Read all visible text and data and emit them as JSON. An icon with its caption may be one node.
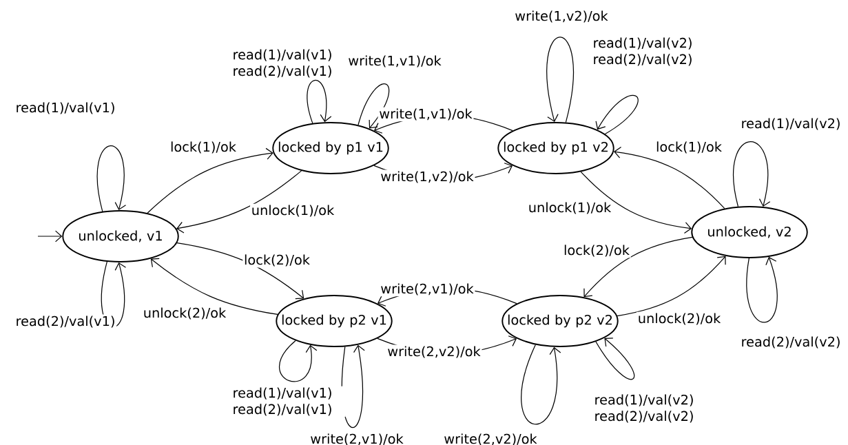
{
  "diagram": {
    "nodes": [
      {
        "text": [
          "unlocked, v1"
        ]
      },
      {
        "text": [
          "locked by p1 v1"
        ]
      },
      {
        "text": [
          "locked by p1 v2"
        ]
      },
      {
        "text": [
          "unlocked, v2"
        ]
      },
      {
        "text": [
          "locked by p2 v1"
        ]
      },
      {
        "text": [
          "locked by p2 v2"
        ]
      }
    ],
    "edges": [
      {
        "from": null,
        "to": 0,
        "arrow": "to"
      },
      {
        "from": 0,
        "to": 0,
        "arrow": "to",
        "label": "read(1)/val(v1)"
      },
      {
        "from": 0,
        "to": 0,
        "arrow": "to",
        "label": "read(2)/val(v1)"
      },
      {
        "from": 0,
        "to": 1,
        "arrow": "to",
        "label": "lock(1)/ok"
      },
      {
        "from": 1,
        "to": 0,
        "arrow": "to",
        "label": "unlock(1)/ok"
      },
      {
        "from": 0,
        "to": 4,
        "arrow": "to",
        "label": "lock(2)/ok"
      },
      {
        "from": 4,
        "to": 0,
        "arrow": "to",
        "label": "unlock(2)/ok"
      },
      {
        "from": 1,
        "to": 1,
        "arrow": "to",
        "label": "read(1)/val(v1) read(2)/val(v1)"
      },
      {
        "from": 1,
        "to": 1,
        "arrow": "to",
        "label": "write(1,v1)/ok"
      },
      {
        "from": 2,
        "to": 1,
        "arrow": "to",
        "label": "write(1,v1)/ok"
      },
      {
        "from": 1,
        "to": 2,
        "arrow": "to",
        "label": "write(1,v2)/ok"
      },
      {
        "from": 2,
        "to": 2,
        "arrow": "to",
        "label": "write(1,v2)/ok"
      },
      {
        "from": 2,
        "to": 2,
        "arrow": "to",
        "label": "read(1)/val(v2) read(2)/val(v2)"
      },
      {
        "from": 3,
        "to": 2,
        "arrow": "to",
        "label": "lock(1)/ok"
      },
      {
        "from": 2,
        "to": 3,
        "arrow": "to",
        "label": "unlock(1)/ok"
      },
      {
        "from": 3,
        "to": 3,
        "arrow": "to",
        "label": "read(1)/val(v2)"
      },
      {
        "from": 3,
        "to": 3,
        "arrow": "to",
        "label": "read(2)/val(v2)"
      },
      {
        "from": 3,
        "to": 5,
        "arrow": "to",
        "label": "lock(2)/ok"
      },
      {
        "from": 5,
        "to": 3,
        "arrow": "to",
        "label": "unlock(2)/ok"
      },
      {
        "from": 5,
        "to": 4,
        "arrow": "to",
        "label": "write(2,v1)/ok"
      },
      {
        "from": 4,
        "to": 5,
        "arrow": "to",
        "label": "write(2,v2)/ok"
      },
      {
        "from": 4,
        "to": 4,
        "arrow": "to",
        "label": "read(1)/val(v1) read(2)/val(v1)"
      },
      {
        "from": 4,
        "to": 4,
        "arrow": "to",
        "label": "write(2,v1)/ok"
      },
      {
        "from": 5,
        "to": 5,
        "arrow": "to",
        "label": "write(2,v2)/ok"
      },
      {
        "from": 5,
        "to": 5,
        "arrow": "to",
        "label": "read(1)/val(v2) read(2)/val(v2)"
      }
    ]
  }
}
